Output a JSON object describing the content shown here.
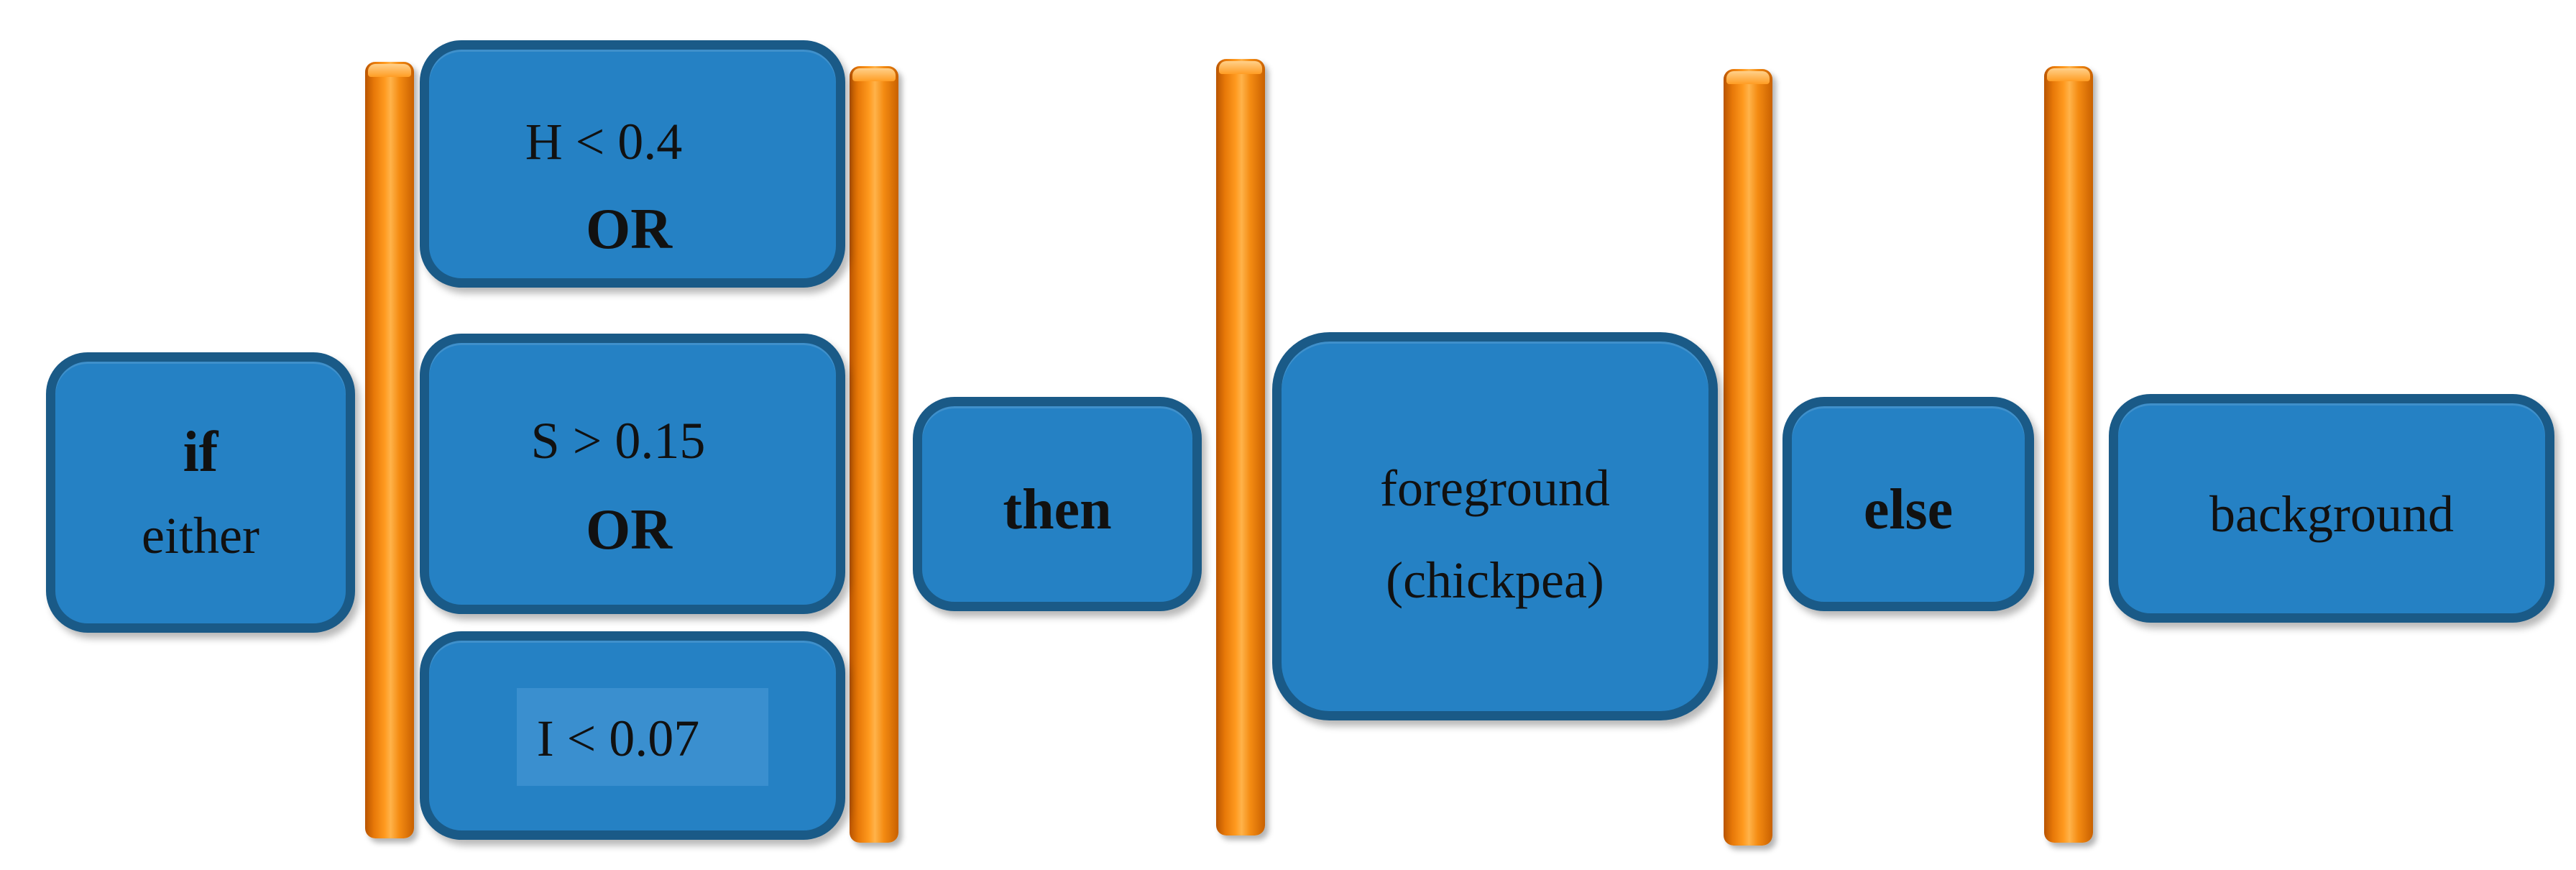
{
  "diagram": {
    "if_box": {
      "keyword": "if",
      "sub": "either"
    },
    "condition_h": {
      "expr": "H < 0.4",
      "join": "OR"
    },
    "condition_s": {
      "expr": "S > 0.15",
      "join": "OR"
    },
    "condition_i": {
      "expr": "I < 0.07"
    },
    "then_box": {
      "keyword": "then"
    },
    "foreground_box": {
      "line1": "foreground",
      "line2": "(chickpea)"
    },
    "else_box": {
      "keyword": "else"
    },
    "background_box": {
      "label": "background"
    },
    "colors": {
      "box_fill": "#2581c4",
      "box_border": "#1a5a87",
      "bar_orange": "#f48b12"
    }
  }
}
